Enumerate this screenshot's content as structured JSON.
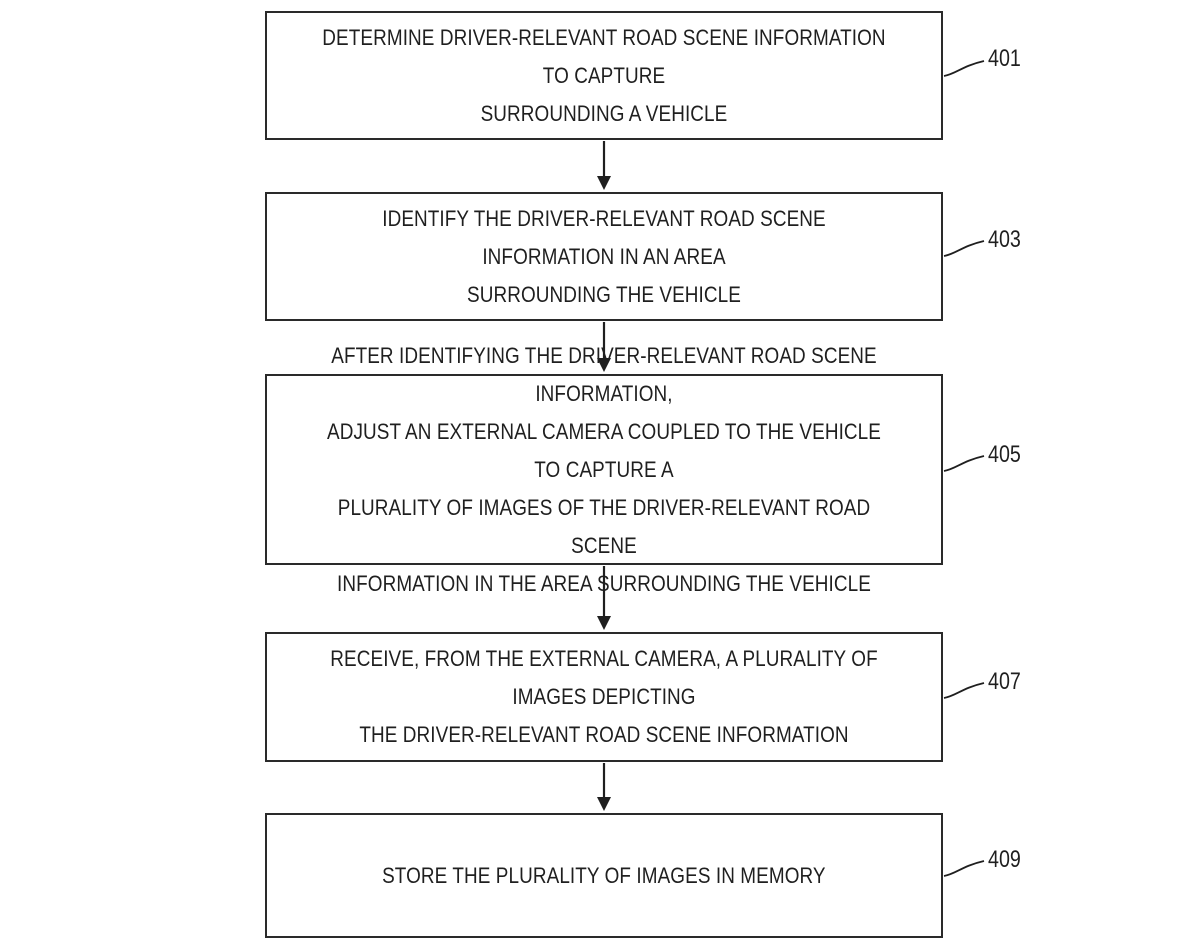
{
  "steps": [
    {
      "ref": "401",
      "text": "DETERMINE DRIVER-RELEVANT ROAD SCENE INFORMATION TO CAPTURE\nSURROUNDING A VEHICLE"
    },
    {
      "ref": "403",
      "text": "IDENTIFY THE DRIVER-RELEVANT ROAD SCENE INFORMATION IN AN AREA\nSURROUNDING THE VEHICLE"
    },
    {
      "ref": "405",
      "text": "AFTER IDENTIFYING THE DRIVER-RELEVANT ROAD SCENE INFORMATION,\nADJUST AN EXTERNAL CAMERA COUPLED TO THE VEHICLE TO CAPTURE A\nPLURALITY OF IMAGES OF THE DRIVER-RELEVANT ROAD SCENE\nINFORMATION IN THE AREA SURROUNDING THE VEHICLE"
    },
    {
      "ref": "407",
      "text": "RECEIVE, FROM THE EXTERNAL CAMERA, A PLURALITY OF IMAGES DEPICTING\nTHE DRIVER-RELEVANT ROAD SCENE INFORMATION"
    },
    {
      "ref": "409",
      "text": "STORE THE PLURALITY OF IMAGES IN MEMORY"
    }
  ]
}
